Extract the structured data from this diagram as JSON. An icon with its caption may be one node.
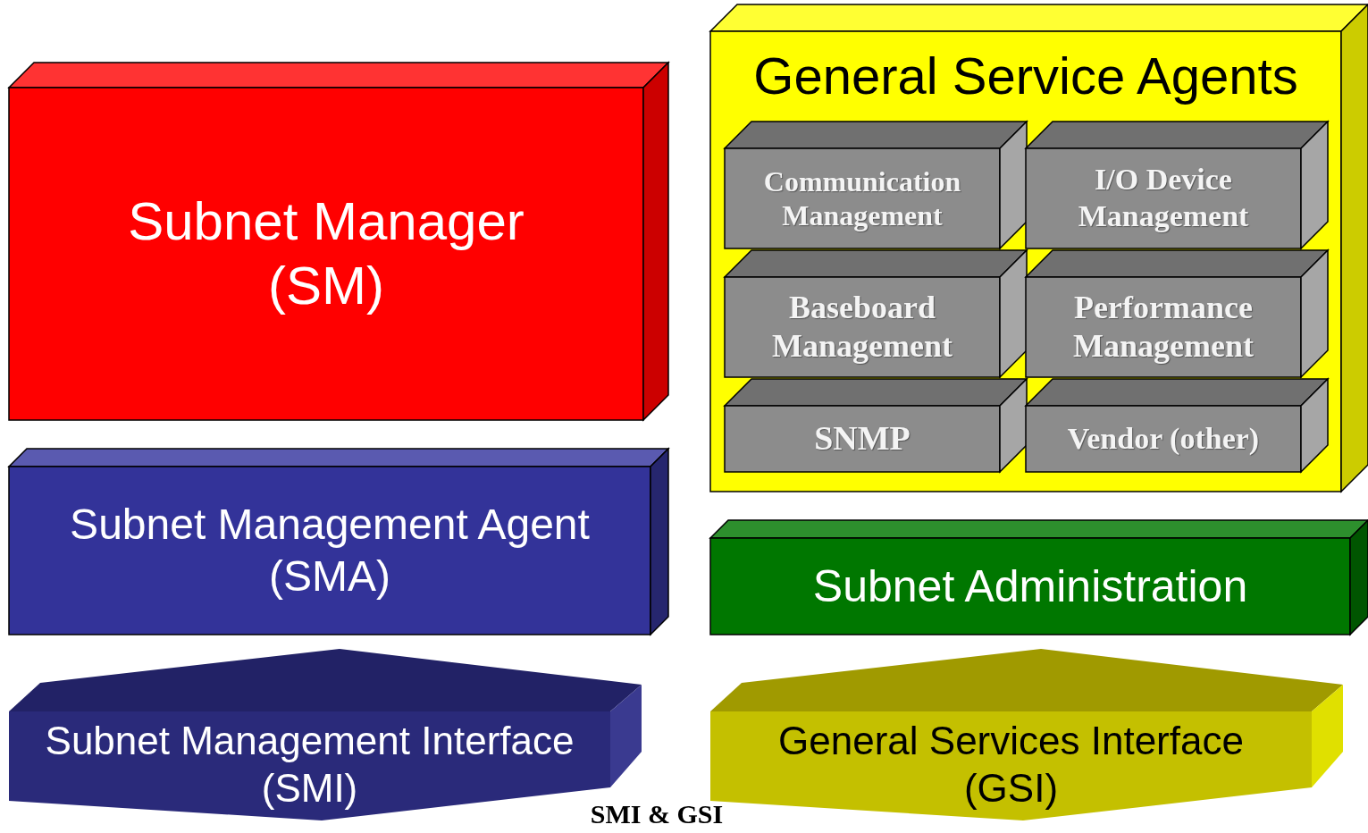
{
  "diagram": {
    "nodes": [
      {
        "text": [
          "Subnet Manager (SM)"
        ]
      },
      {
        "text": [
          "Subnet Management Agent (SMA)"
        ]
      },
      {
        "text": [
          "Subnet Management Interface (SMI)"
        ]
      },
      {
        "text": [
          "General Service Agents"
        ]
      },
      {
        "text": [
          "Communication Management"
        ],
        "in": 3
      },
      {
        "text": [
          "I/O Device Management"
        ],
        "in": 3
      },
      {
        "text": [
          "Baseboard Management"
        ],
        "in": 3
      },
      {
        "text": [
          "Performance Management"
        ],
        "in": 3
      },
      {
        "text": [
          "SNMP"
        ],
        "in": 3
      },
      {
        "text": [
          "Vendor (other)"
        ],
        "in": 3
      },
      {
        "text": [
          "Subnet Administration"
        ]
      },
      {
        "text": [
          "General Services Interface (GSI)"
        ]
      }
    ],
    "edges": [],
    "labels": [
      "SMI & GSI"
    ]
  }
}
